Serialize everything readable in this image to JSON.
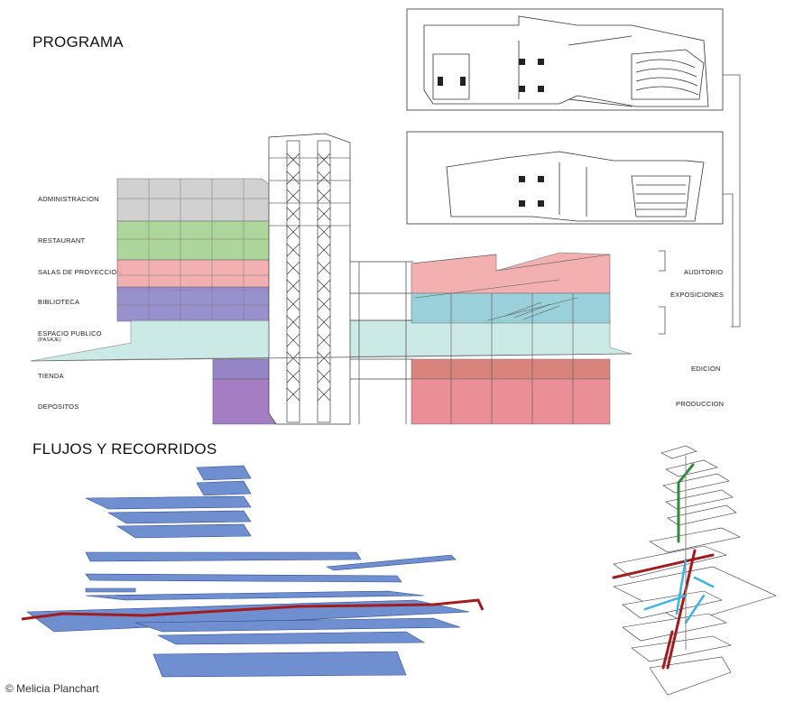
{
  "headings": {
    "program": "PROGRAMA",
    "flows": "FLUJOS Y RECORRIDOS"
  },
  "left_labels": [
    {
      "text": "ADMINISTRACION"
    },
    {
      "text": "RESTAURANT"
    },
    {
      "text": "SALAS DE PROYECCION"
    },
    {
      "text": "BIBLIOTECA"
    },
    {
      "text": "ESPACIO PUBLICO",
      "sub": "(PASAJE)"
    },
    {
      "text": "TIENDA"
    },
    {
      "text": "DEPOSITOS"
    }
  ],
  "right_labels": [
    "AUDITORIO",
    "EXPOSICIONES",
    "EDICION",
    "PRODUCCION"
  ],
  "credit": "© Melicia Planchart",
  "colors": {
    "admin": "#c9c9c9",
    "restaurant": "#9fd08a",
    "projection": "#f1a8a8",
    "library": "#8e86c9",
    "public": "#bfe6e0",
    "exhibitions": "#8fcbd6",
    "store": "#8a78c0",
    "deposits": "#9b6fbd",
    "production": "#e8838b",
    "edition": "#d4766e",
    "plates": "#6f8fd0",
    "flow_red": "#a11d1d",
    "flow_green": "#2e8b3a",
    "flow_blue": "#3fb2e0"
  }
}
